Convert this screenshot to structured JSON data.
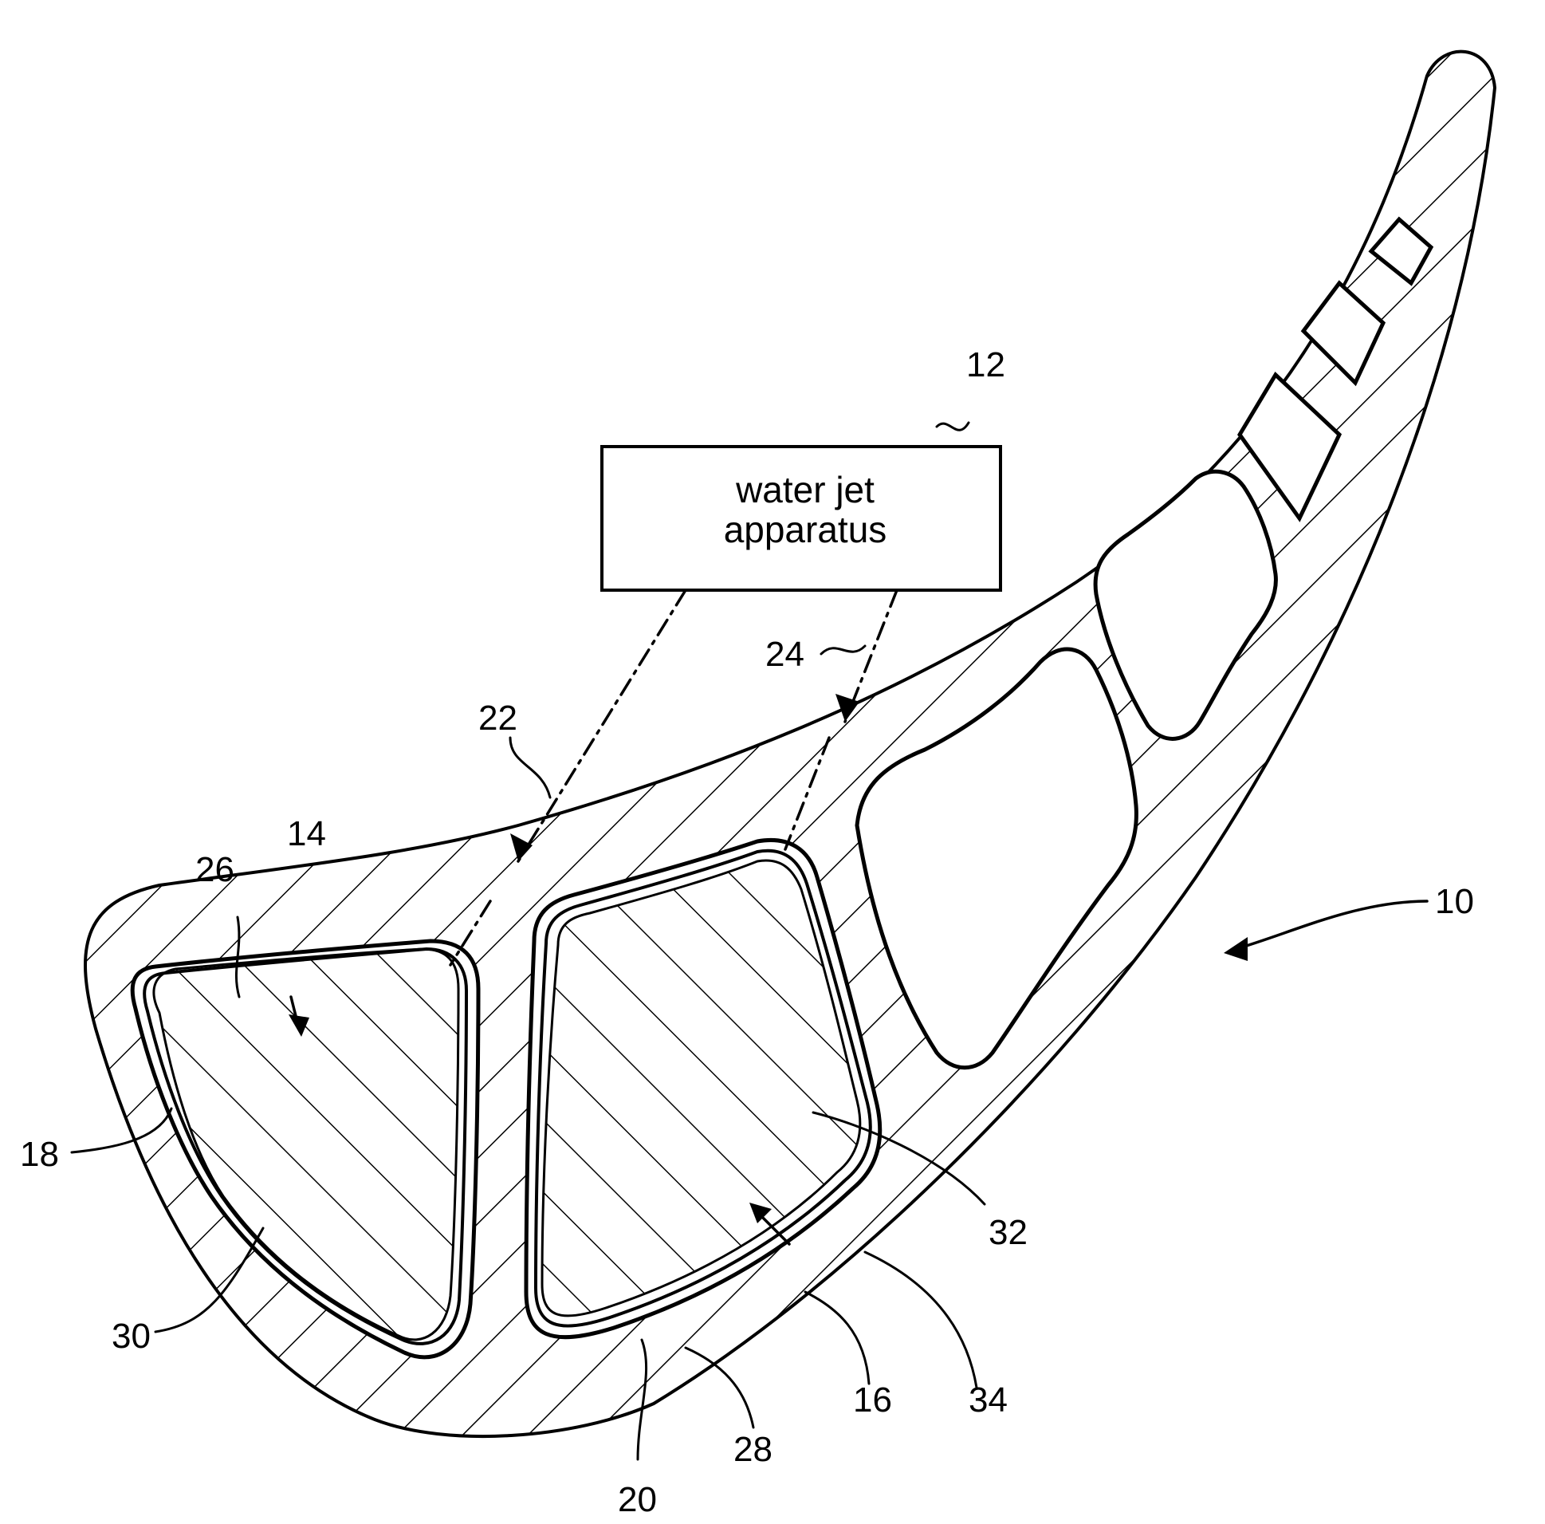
{
  "apparatus_box": {
    "line1": "water jet",
    "line2": "apparatus"
  },
  "labels": {
    "r10": "10",
    "r12": "12",
    "r14": "14",
    "r16": "16",
    "r18": "18",
    "r20": "20",
    "r22": "22",
    "r24": "24",
    "r26": "26",
    "r28": "28",
    "r30": "30",
    "r32": "32",
    "r34": "34"
  }
}
